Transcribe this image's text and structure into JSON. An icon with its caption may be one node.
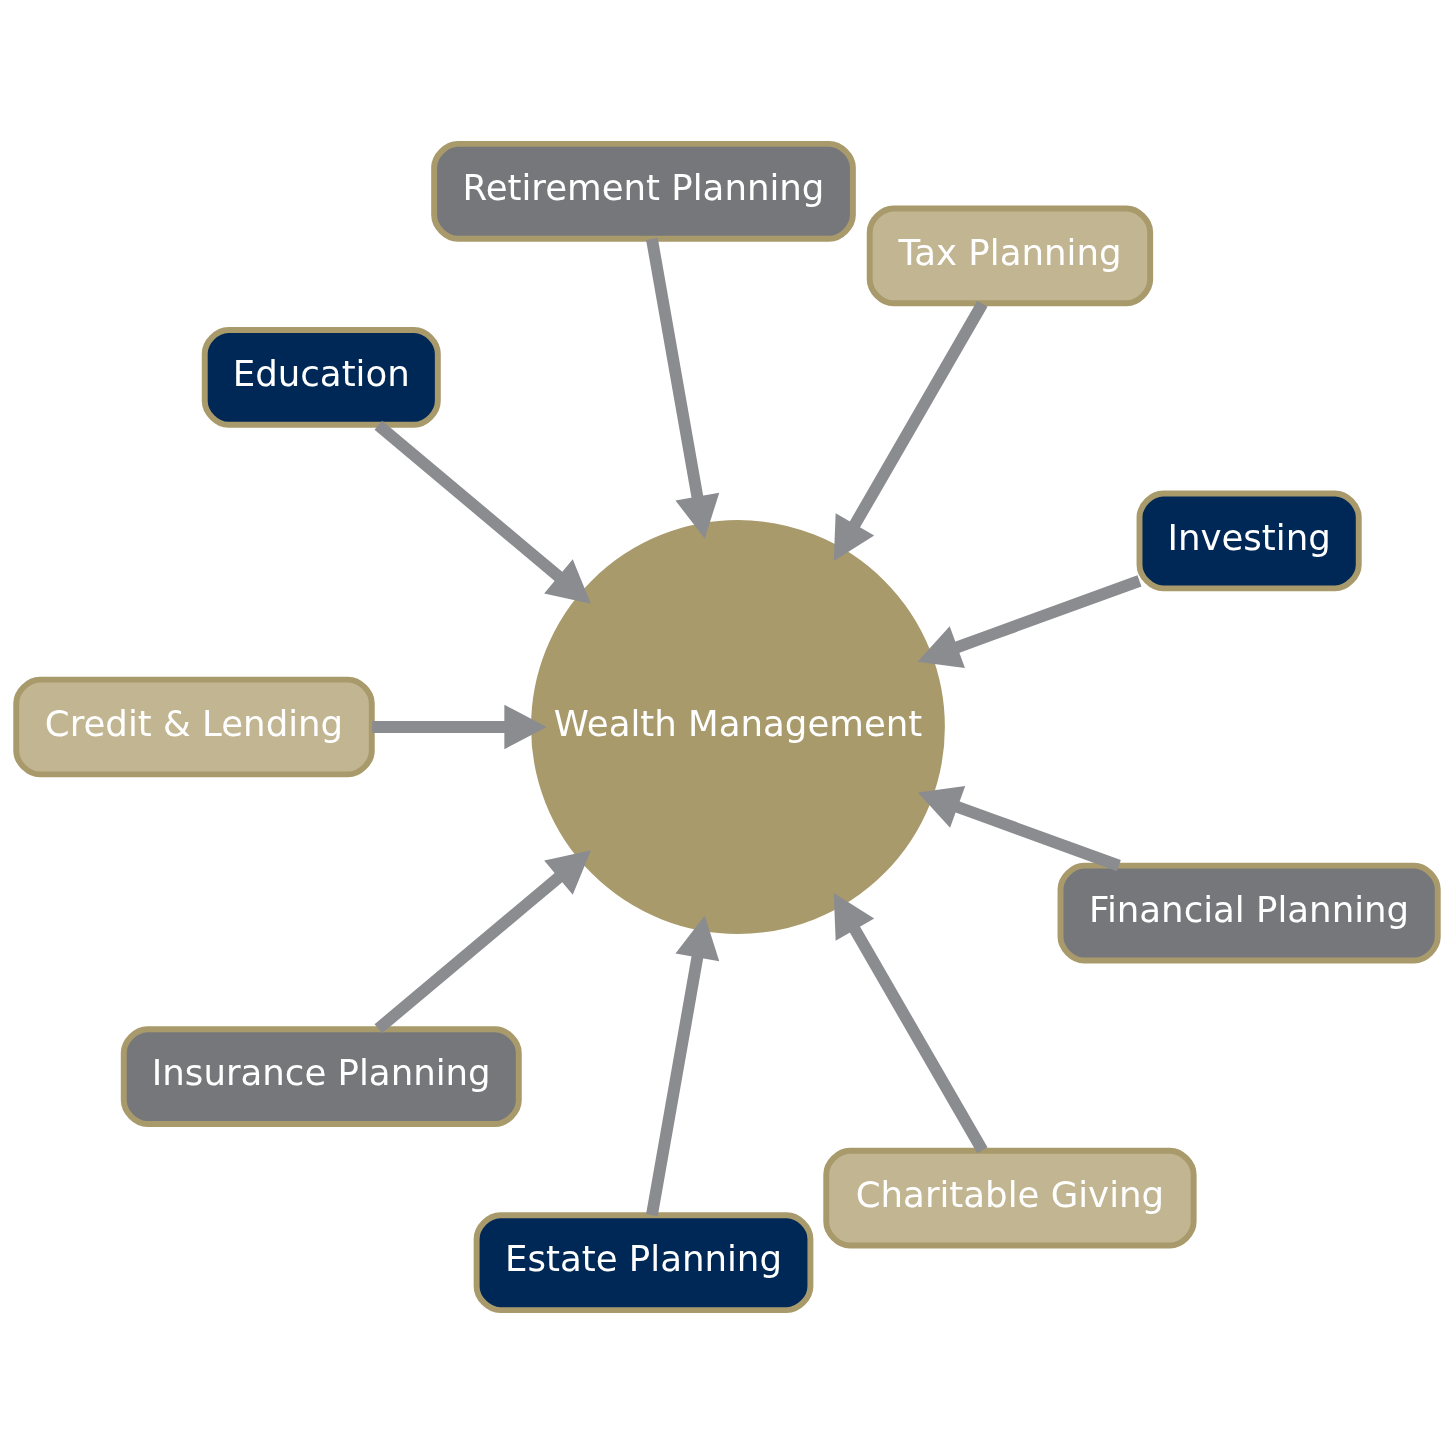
{
  "diagram": {
    "nodes": [
      {
        "text": [
          "Investing"
        ]
      },
      {
        "text": [
          "Tax Planning"
        ]
      },
      {
        "text": [
          "Retirement Planning"
        ]
      },
      {
        "text": [
          "Education"
        ]
      },
      {
        "text": [
          "Credit & Lending"
        ]
      },
      {
        "text": [
          "Insurance Planning"
        ]
      },
      {
        "text": [
          "Estate Planning"
        ]
      },
      {
        "text": [
          "Charitable Giving"
        ]
      },
      {
        "text": [
          "Financial Planning"
        ]
      },
      {
        "text": [
          "Wealth Management"
        ]
      }
    ],
    "edges": [
      {
        "from": 0,
        "to": 9,
        "arrow": "to"
      },
      {
        "from": 1,
        "to": 9,
        "arrow": "to"
      },
      {
        "from": 2,
        "to": 9,
        "arrow": "to"
      },
      {
        "from": 3,
        "to": 9,
        "arrow": "to"
      },
      {
        "from": 4,
        "to": 9,
        "arrow": "to"
      },
      {
        "from": 5,
        "to": 9,
        "arrow": "to"
      },
      {
        "from": 6,
        "to": 9,
        "arrow": "to"
      },
      {
        "from": 7,
        "to": 9,
        "arrow": "to"
      },
      {
        "from": 8,
        "to": 9,
        "arrow": "to"
      }
    ]
  }
}
